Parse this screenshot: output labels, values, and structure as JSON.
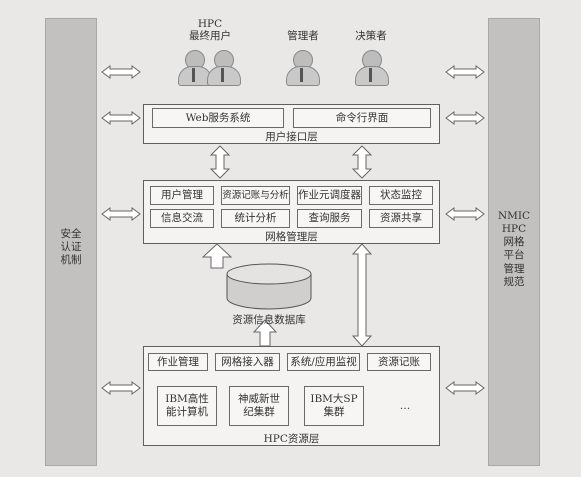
{
  "users": {
    "hpc_end_user": "HPC\n最终用户",
    "admin": "管理者",
    "decision_maker": "决策者"
  },
  "left_panel": {
    "label": "安全\n认证\n机制"
  },
  "right_panel": {
    "label": "NMIC\nHPC\n网格\n平台\n管理\n规范"
  },
  "user_interface_layer": {
    "title": "用户接口层",
    "items": [
      "Web服务系统",
      "命令行界面"
    ]
  },
  "grid_management_layer": {
    "title": "网格管理层",
    "items": [
      "用户管理",
      "资源记账与分析",
      "作业元调度器",
      "状态监控",
      "信息交流",
      "统计分析",
      "查询服务",
      "资源共享"
    ]
  },
  "database": {
    "label": "资源信息数据库"
  },
  "hpc_resource_layer": {
    "title": "HPC资源层",
    "services": [
      "作业管理",
      "网格接入器",
      "系统/应用监视",
      "资源记账"
    ],
    "clusters": [
      "IBM高性\n能计算机",
      "神威新世\n纪集群",
      "IBM大SP\n集群",
      "…"
    ]
  }
}
